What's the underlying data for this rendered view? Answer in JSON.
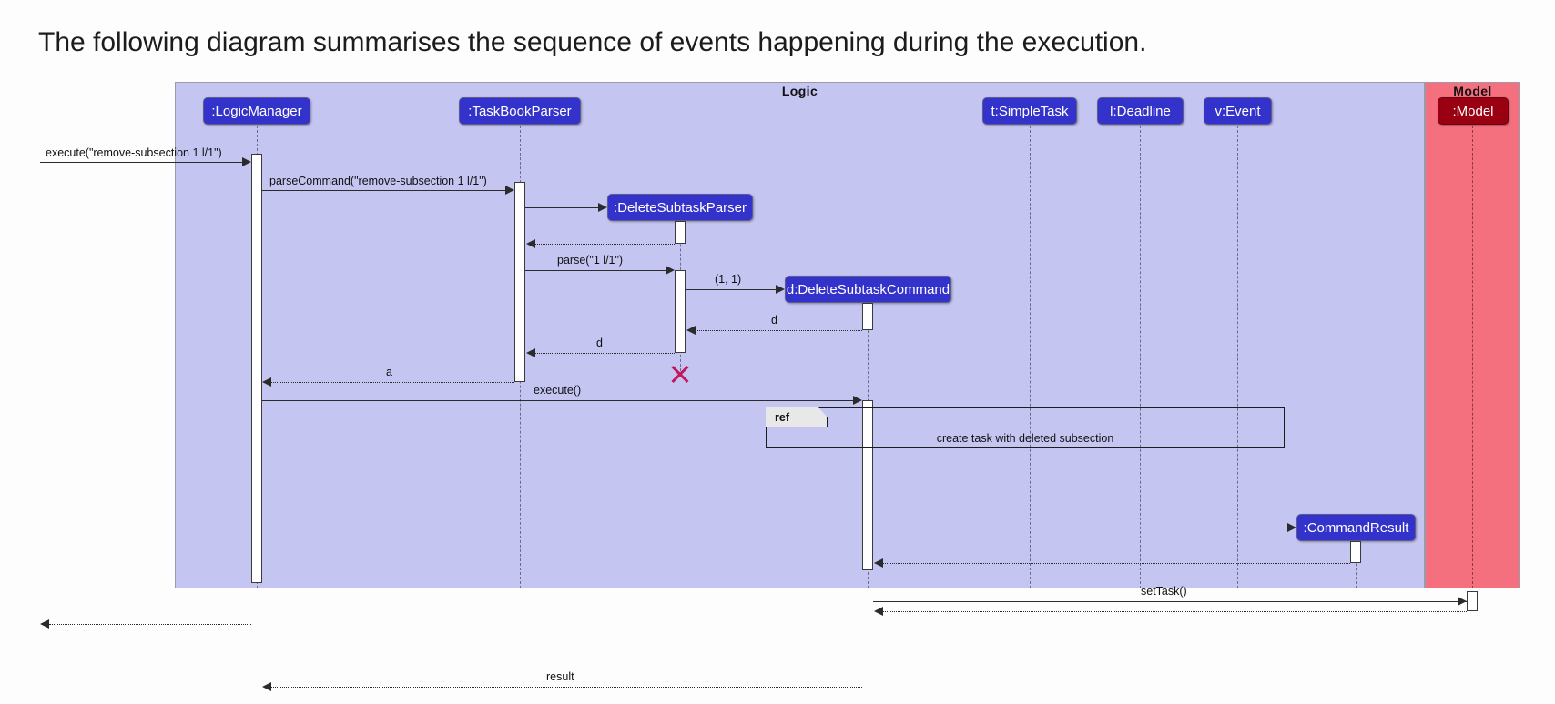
{
  "intro": {
    "text": "The following diagram summarises the sequence of events happening during the execution."
  },
  "diagram": {
    "type": "uml-sequence-diagram",
    "colors": {
      "logic_partition_fill": "#c5c5f2",
      "model_partition_fill": "#f4707f",
      "participant_fill": "#3333cc",
      "model_participant_fill": "#990011",
      "activation_fill": "#ffffff",
      "destroy_marker": "#c2185b",
      "lifeline_stroke": "#6b6b8c"
    },
    "partitions": [
      {
        "name": "Logic",
        "label": "Logic"
      },
      {
        "name": "Model",
        "label": "Model"
      }
    ],
    "participants": [
      {
        "id": "logicmanager",
        "label": ":LogicManager"
      },
      {
        "id": "taskbookparser",
        "label": ":TaskBookParser"
      },
      {
        "id": "deletesubtaskparser",
        "label": ":DeleteSubtaskParser"
      },
      {
        "id": "deletesubtaskcommand",
        "label": "d:DeleteSubtaskCommand"
      },
      {
        "id": "simpletask",
        "label": "t:SimpleTask"
      },
      {
        "id": "deadline",
        "label": "l:Deadline"
      },
      {
        "id": "event",
        "label": "v:Event"
      },
      {
        "id": "commandresult",
        "label": ":CommandResult"
      },
      {
        "id": "model",
        "label": ":Model"
      }
    ],
    "messages": [
      {
        "id": "m1",
        "label": "execute(\"remove-subsection 1 l/1\")",
        "kind": "call",
        "from": "actor",
        "to": "logicmanager"
      },
      {
        "id": "m2",
        "label": "parseCommand(\"remove-subsection 1 l/1\")",
        "kind": "call",
        "from": "logicmanager",
        "to": "taskbookparser"
      },
      {
        "id": "m3",
        "label": "",
        "kind": "create",
        "from": "taskbookparser",
        "to": "deletesubtaskparser"
      },
      {
        "id": "m4",
        "label": "",
        "kind": "return",
        "from": "deletesubtaskparser",
        "to": "taskbookparser"
      },
      {
        "id": "m5",
        "label": "parse(\"1 l/1\")",
        "kind": "call",
        "from": "taskbookparser",
        "to": "deletesubtaskparser"
      },
      {
        "id": "m6",
        "label": "(1, 1)",
        "kind": "create",
        "from": "deletesubtaskparser",
        "to": "deletesubtaskcommand"
      },
      {
        "id": "m7",
        "label": "d",
        "kind": "return",
        "from": "deletesubtaskcommand",
        "to": "deletesubtaskparser"
      },
      {
        "id": "m8",
        "label": "d",
        "kind": "return",
        "from": "deletesubtaskparser",
        "to": "taskbookparser"
      },
      {
        "id": "m9",
        "label": "a",
        "kind": "return",
        "from": "taskbookparser",
        "to": "logicmanager"
      },
      {
        "id": "m10",
        "label": "execute()",
        "kind": "call",
        "from": "logicmanager",
        "to": "deletesubtaskcommand"
      },
      {
        "id": "m11",
        "label": "setTask()",
        "kind": "call",
        "from": "deletesubtaskcommand",
        "to": "model"
      },
      {
        "id": "m12",
        "label": "",
        "kind": "return",
        "from": "model",
        "to": "deletesubtaskcommand"
      },
      {
        "id": "m13",
        "label": "",
        "kind": "create",
        "from": "deletesubtaskcommand",
        "to": "commandresult"
      },
      {
        "id": "m14",
        "label": "",
        "kind": "return",
        "from": "commandresult",
        "to": "deletesubtaskcommand"
      },
      {
        "id": "m15",
        "label": "result",
        "kind": "return",
        "from": "deletesubtaskcommand",
        "to": "logicmanager"
      },
      {
        "id": "m16",
        "label": "",
        "kind": "return",
        "from": "logicmanager",
        "to": "actor"
      }
    ],
    "fragment": {
      "tag": "ref",
      "body": "create task with deleted subsection"
    },
    "destroy": {
      "target": "deletesubtaskparser"
    }
  }
}
